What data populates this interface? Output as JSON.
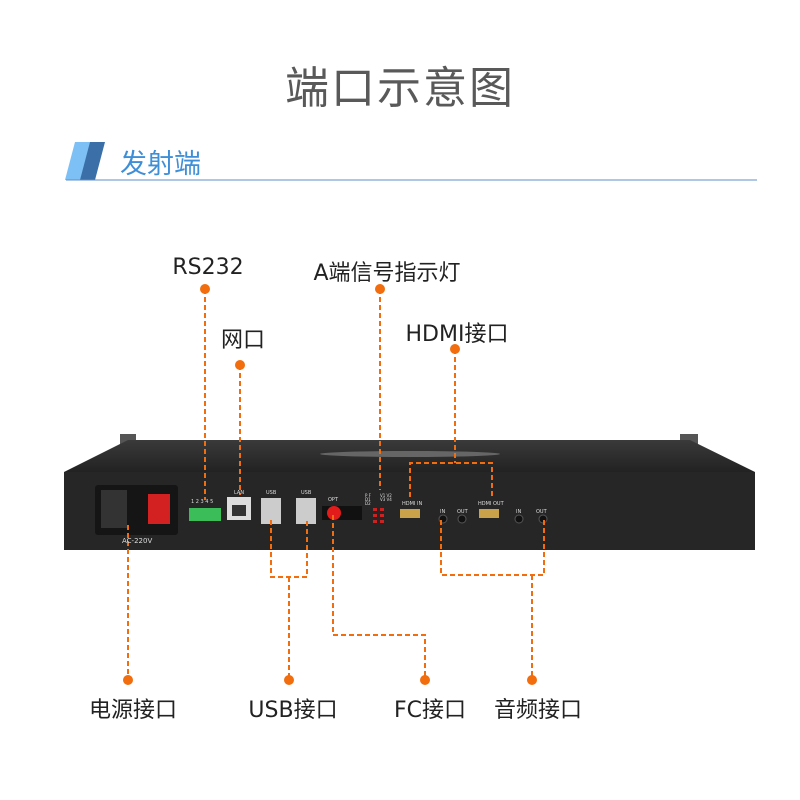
{
  "title": "端口示意图",
  "section": "发射端",
  "colors": {
    "accent": "#f26d0e",
    "section_blue": "#3f8fd8",
    "device_body": "#2b2b2b"
  },
  "callouts_top": {
    "rs232": "RS232",
    "lan": "网口",
    "a_indicator": "A端信号指示灯",
    "hdmi": "HDMI接口"
  },
  "callouts_bottom": {
    "power": "电源接口",
    "usb": "USB接口",
    "fc": "FC接口",
    "audio": "音频接口"
  },
  "device": {
    "ac": "AC-220V",
    "rs232_pins": "1 2 3 4 5",
    "lan": "LAN",
    "usb1": "USB",
    "usb2": "USB",
    "opt": "OPT",
    "hdmi_in": "HDMI IN",
    "audio1_in": "IN",
    "audio1_out": "OUT",
    "hdmi_out": "HDMI OUT",
    "audio2_in": "IN",
    "audio2_out": "OUT",
    "led_left": "P F D1 D2",
    "led_right": "V1 V2 V3 V4"
  }
}
